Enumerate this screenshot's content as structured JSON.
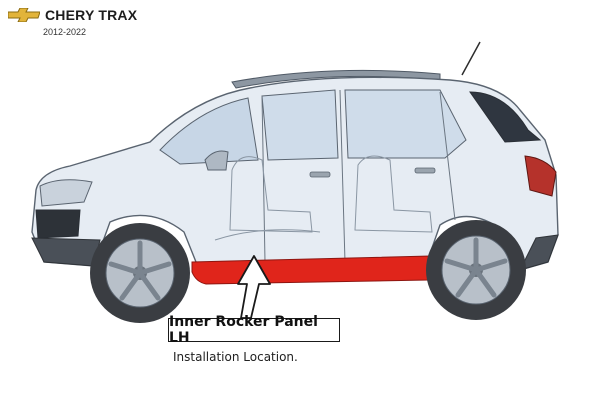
{
  "header": {
    "brand_logo": "bowtie-logo",
    "title": "CHERY TRAX",
    "years": "2012-2022"
  },
  "callout": {
    "label": "Inner Rocker Panel LH",
    "caption": "Installation Location."
  },
  "colors": {
    "highlight": "#e0251b",
    "logo_gold": "#e2b43a",
    "body_outline": "#5a6470",
    "glass": "#c7d6e6",
    "tire": "#3a3d42"
  }
}
